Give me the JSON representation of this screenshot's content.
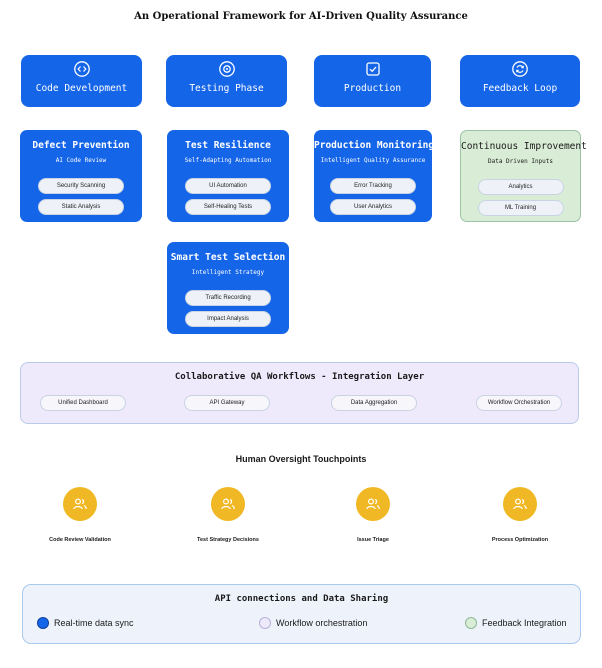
{
  "title": "An Operational Framework for AI-Driven Quality Assurance",
  "phases": [
    {
      "label": "Code Development",
      "icon": "code-icon"
    },
    {
      "label": "Testing Phase",
      "icon": "gear-icon"
    },
    {
      "label": "Production",
      "icon": "monitor-check-icon"
    },
    {
      "label": "Feedback Loop",
      "icon": "refresh-icon"
    }
  ],
  "cards": [
    {
      "title": "Defect Prevention",
      "subtitle": "AI Code Review",
      "items": [
        "Security Scanning",
        "Static Analysis"
      ]
    },
    {
      "title": "Test Resilience",
      "subtitle": "Self-Adapting Automation",
      "items": [
        "UI Automation",
        "Self-Healing Tests"
      ]
    },
    {
      "title": "Production Monitoring",
      "subtitle": "Intelligent Quality Assurance",
      "items": [
        "Error Tracking",
        "User Analytics"
      ]
    },
    {
      "title": "Continuous Improvement",
      "subtitle": "Data Driven Inputs",
      "items": [
        "Analytics",
        "ML Training"
      ]
    },
    {
      "title": "Smart Test Selection",
      "subtitle": "Intelligent Strategy",
      "items": [
        "Traffic Recording",
        "Impact Analysis"
      ]
    }
  ],
  "integration": {
    "title": "Collaborative QA Workflows - Integration Layer",
    "items": [
      "Unified Dashboard",
      "API Gateway",
      "Data Aggregation",
      "Workflow Orchestration"
    ]
  },
  "oversight": {
    "title": "Human Oversight Touchpoints",
    "items": [
      "Code Review Validation",
      "Test Strategy Decisions",
      "Issue Triage",
      "Process Optimization"
    ],
    "icon": "users-icon"
  },
  "api": {
    "title": "API connections and Data Sharing",
    "legend": [
      {
        "label": "Real-time data sync",
        "color": "#1565e8"
      },
      {
        "label": "Workflow orchestration",
        "color": "#eee9fb"
      },
      {
        "label": "Feedback Integration",
        "color": "#d9ecd6"
      }
    ]
  },
  "colors": {
    "primary": "#1565e8",
    "green": "#d9ecd6",
    "purple": "#eee9fb",
    "amber": "#f0b824"
  }
}
